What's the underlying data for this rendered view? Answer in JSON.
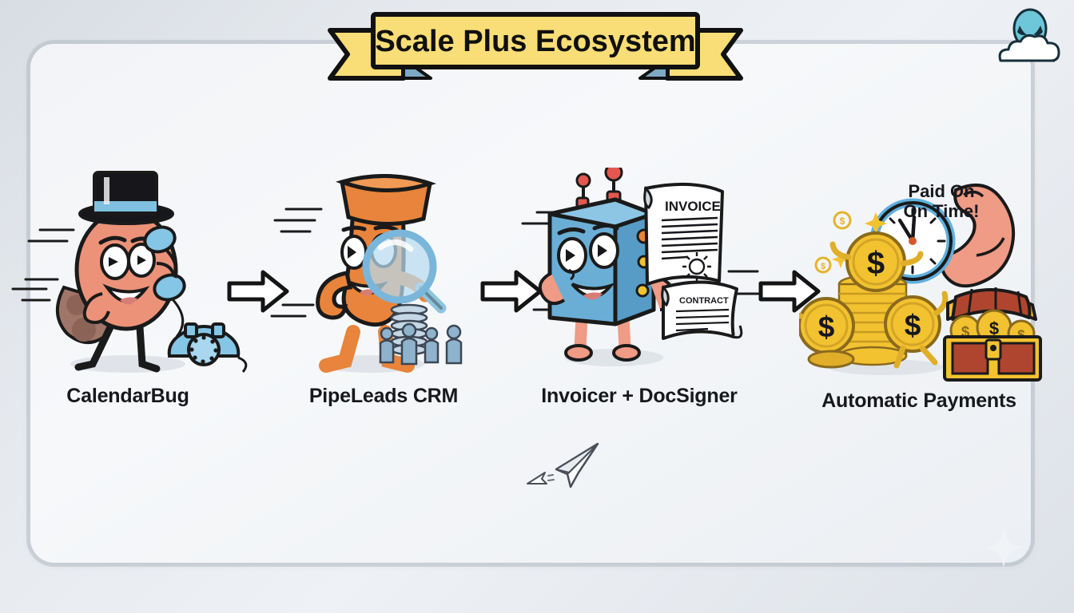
{
  "title": {
    "text": "Scale Plus Ecosystem"
  },
  "logo": {
    "name": "alien-cloud-logo",
    "alien_color": "#6ec6d9",
    "cloud_color": "#ffffff"
  },
  "colors": {
    "ribbon_fill": "#f9dd76",
    "ribbon_fold": "#7da9c4",
    "outline": "#1a1a1a",
    "background_outer": "#dfe4e9",
    "background_inner": "#f3f5f8",
    "frame_border": "#b5bdc7",
    "character_1": "#ec9279",
    "character_2": "#e8843b",
    "character_3": "#6aaed6",
    "coin_gold": "#f2c230",
    "chest_brown": "#b0452f",
    "phone_blue": "#85c5e5",
    "arm_skin": "#ef9b85"
  },
  "steps": [
    {
      "id": "calendarbug",
      "label": "CalendarBug",
      "art_name": "calendarbug-character-art",
      "elements": [
        "top-hat-egg-character",
        "blue-telephone-handset",
        "rotary-phone",
        "speed-lines"
      ]
    },
    {
      "id": "pipeleads-crm",
      "label": "PipeLeads CRM",
      "art_name": "pipeleads-crm-character-art",
      "elements": [
        "orange-pipe-character",
        "magnifying-glass",
        "people-group-icons",
        "coin-stack",
        "speed-lines"
      ]
    },
    {
      "id": "invoicer-docsigner",
      "label": "Invoicer + DocSigner",
      "art_name": "invoicer-docsigner-character-art",
      "elements": [
        "blue-box-robot",
        "invoice-document",
        "contract-document",
        "antenna-lights",
        "speed-lines"
      ],
      "document_labels": {
        "invoice": "INVOICE",
        "contract": "CONTRACT"
      }
    },
    {
      "id": "automatic-payments",
      "label": "Automatic Payments",
      "art_name": "automatic-payments-art",
      "callout": "Paid On\nOn Time!",
      "elements": [
        "flexing-arm",
        "wall-clock",
        "dollar-coin-characters",
        "coin-stack",
        "treasure-chest",
        "sparkles"
      ]
    }
  ],
  "arrows": [
    {
      "name": "arrow-step-1-to-2",
      "direction": "right"
    },
    {
      "name": "arrow-step-2-to-3",
      "direction": "right"
    },
    {
      "name": "arrow-step-3-to-4",
      "direction": "right"
    }
  ],
  "decorations": {
    "paper_plane": "paper-plane-doodle",
    "corner_sparkle": "corner-sparkle-star"
  }
}
